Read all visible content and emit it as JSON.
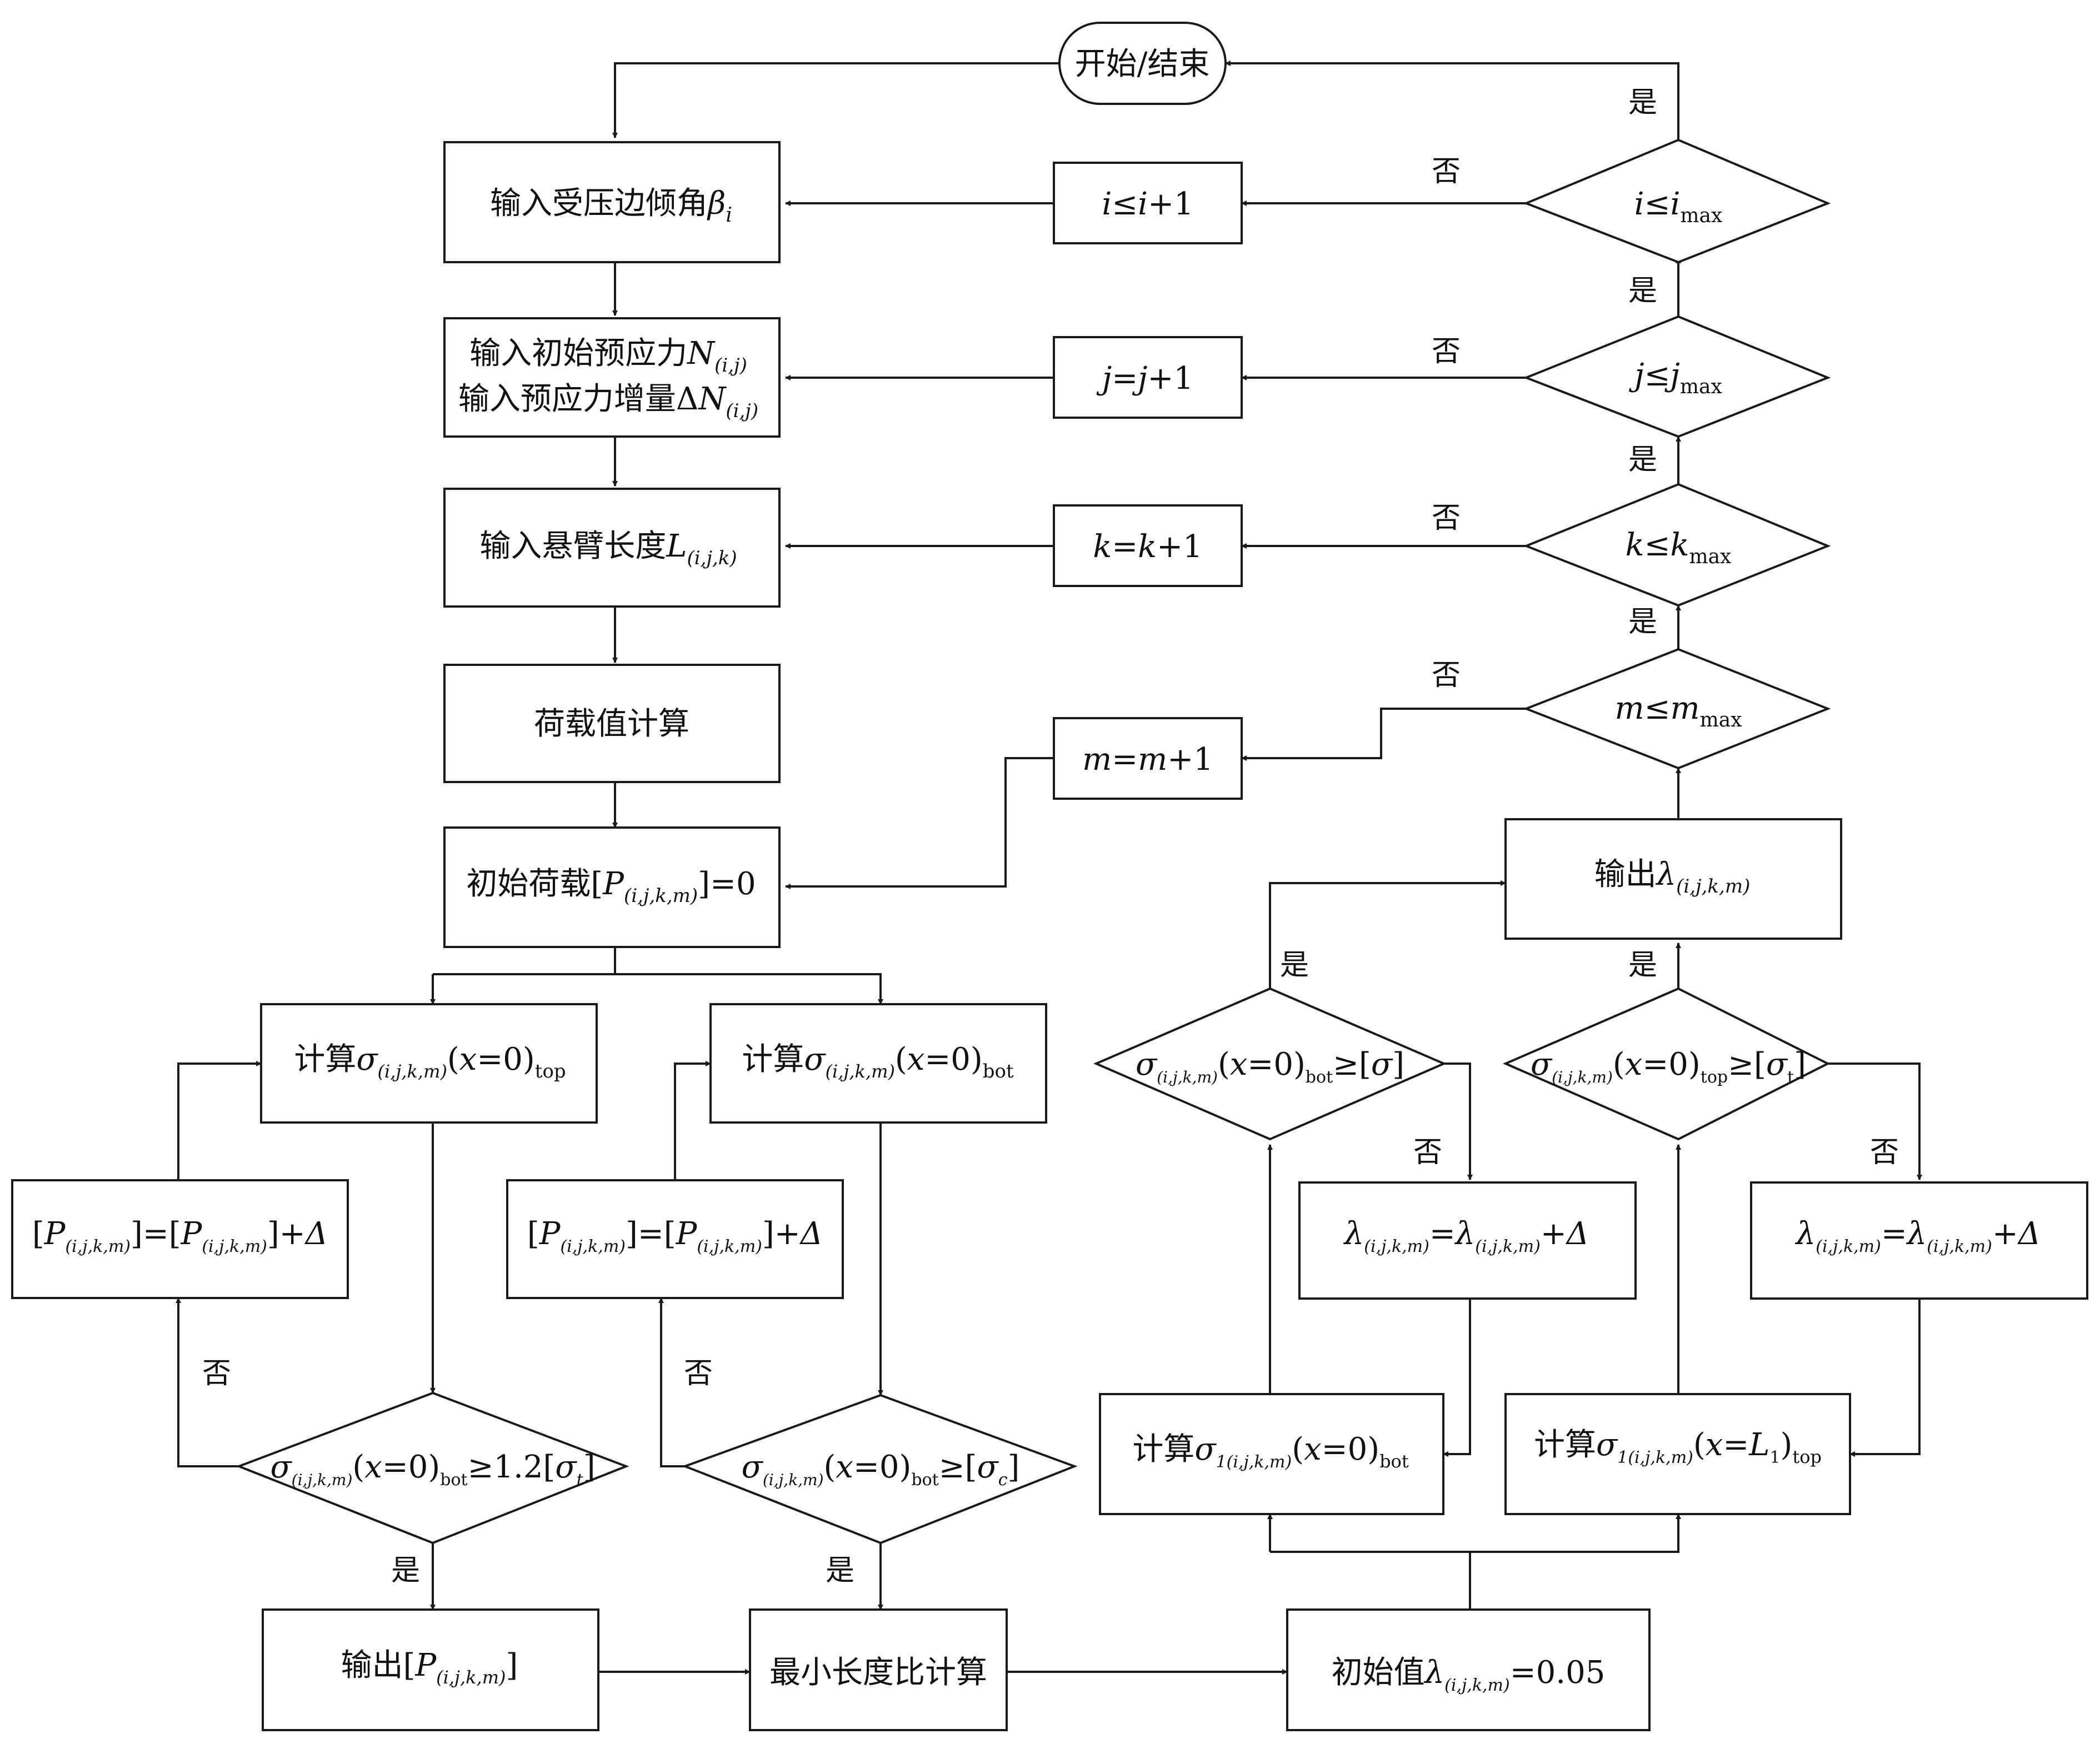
{
  "start_end": "开始/结束",
  "yes": "是",
  "no": "否",
  "col1": {
    "input_beta": [
      "输入受压边倾角",
      "β",
      "i"
    ],
    "input_N": [
      "输入初始预应力",
      "N",
      "(i,j)"
    ],
    "input_dN": [
      "输入预应力增量Δ",
      "N",
      "(i,j)"
    ],
    "input_L": [
      "输入悬臂长度",
      "L",
      "(i,j,k)"
    ],
    "load_calc": "荷载值计算",
    "init_load": [
      "初始荷载[",
      "P",
      "(i,j,k,m)",
      "]=0"
    ]
  },
  "counters": {
    "i": [
      "i",
      "≤",
      "i",
      "+1"
    ],
    "j": [
      "j",
      "=",
      "j",
      "+1"
    ],
    "k": [
      "k",
      "=",
      "k",
      "+1"
    ],
    "m": [
      "m",
      "=",
      "m",
      "+1"
    ]
  },
  "loop_conditions": {
    "i": [
      "i",
      "≤",
      "i",
      "max"
    ],
    "j": [
      "j",
      "≤",
      "j",
      "max"
    ],
    "k": [
      "k",
      "≤",
      "k",
      "max"
    ],
    "m": [
      "m",
      "≤",
      "m",
      "max"
    ]
  },
  "left_branch": {
    "calc_top": [
      "计算",
      "σ",
      "(i,j,k,m)",
      "(",
      "x",
      "=0)",
      "top"
    ],
    "calc_bot": [
      "计算",
      "σ",
      "(i,j,k,m)",
      "(",
      "x",
      "=0)",
      "bot"
    ],
    "p_update": [
      "[",
      "P",
      "(i,j,k,m)",
      "]=[",
      "P",
      "(i,j,k,m)",
      "]+",
      "Δ"
    ],
    "cond_tension": [
      "σ",
      "(i,j,k,m)",
      "(",
      "x",
      "=0)",
      "bot",
      "≥1.2[",
      "σ",
      "t",
      "]"
    ],
    "cond_compress": [
      "σ",
      "(i,j,k,m)",
      "(",
      "x",
      "=0)",
      "bot",
      "≥[",
      "σ",
      "c",
      "]"
    ],
    "output_P": [
      "输出[",
      "P",
      "(i,j,k,m)",
      "]"
    ],
    "min_ratio": "最小长度比计算"
  },
  "right_branch": {
    "init_lambda": [
      "初始值",
      "λ",
      "(i,j,k,m)",
      "=0.05"
    ],
    "calc1_bot": [
      "计算",
      "σ",
      "1(i,j,k,m)",
      "(",
      "x",
      "=0)",
      "bot"
    ],
    "calc1_top": [
      "计算",
      "σ",
      "1(i,j,k,m)",
      "(",
      "x",
      "=",
      "L",
      "1",
      ")",
      "top"
    ],
    "lambda_update": [
      "λ",
      "(i,j,k,m)",
      "=",
      "λ",
      "(i,j,k,m)",
      "+",
      "Δ"
    ],
    "cond_bot": [
      "σ",
      "(i,j,k,m)",
      "(",
      "x",
      "=0)",
      "bot",
      "≥[",
      "σ",
      "]"
    ],
    "cond_top": [
      "σ",
      "(i,j,k,m)",
      "(",
      "x",
      "=0)",
      "top",
      "≥[",
      "σ",
      "t",
      "]"
    ],
    "output_lambda": [
      "输出",
      "λ",
      "(i,j,k,m)"
    ]
  }
}
